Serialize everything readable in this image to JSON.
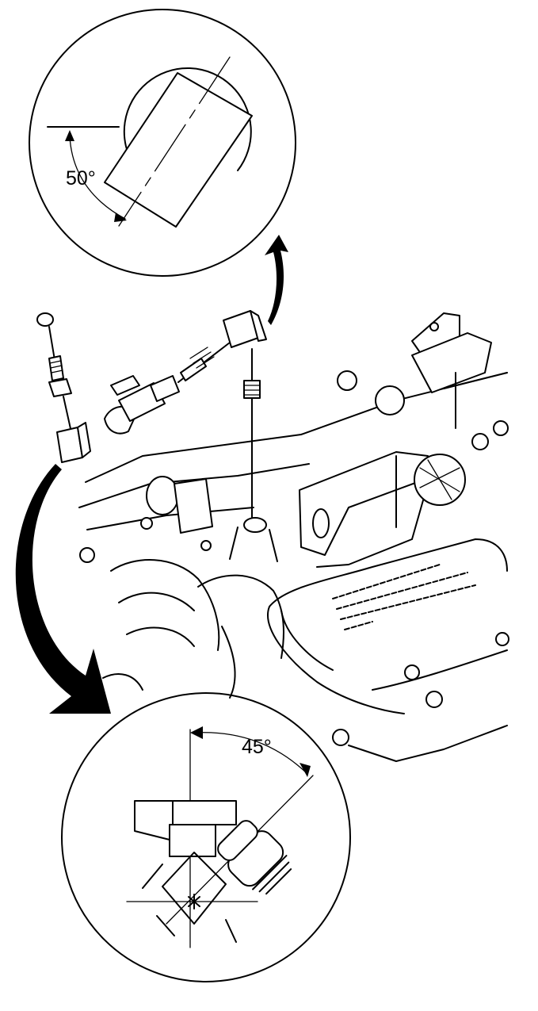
{
  "diagram": {
    "upper_detail": {
      "angle_label": "50°",
      "angle_value_deg": 50
    },
    "lower_detail": {
      "angle_label": "45°",
      "angle_value_deg": 45
    }
  },
  "colors": {
    "line": "#000000",
    "background": "#ffffff"
  }
}
